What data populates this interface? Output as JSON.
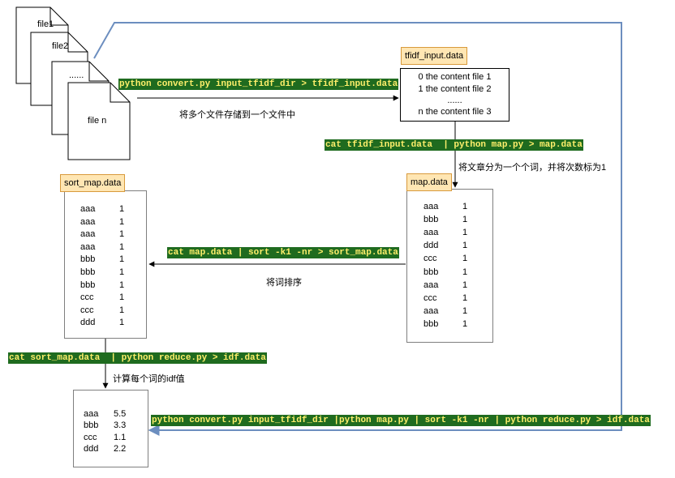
{
  "files": [
    "file1",
    "file2",
    "......",
    "file n"
  ],
  "tfidf_input": {
    "title": "tfidf_input.data",
    "lines": [
      "0  the content file 1",
      "1  the content file 2",
      "......",
      "n the content file 3"
    ]
  },
  "map": {
    "title": "map.data",
    "rows": [
      [
        "aaa",
        "1"
      ],
      [
        "bbb",
        "1"
      ],
      [
        "aaa",
        "1"
      ],
      [
        "ddd",
        "1"
      ],
      [
        "ccc",
        "1"
      ],
      [
        "bbb",
        "1"
      ],
      [
        "aaa",
        "1"
      ],
      [
        "ccc",
        "1"
      ],
      [
        "aaa",
        "1"
      ],
      [
        "bbb",
        "1"
      ]
    ]
  },
  "sort_map": {
    "title": "sort_map.data",
    "rows": [
      [
        "aaa",
        "1"
      ],
      [
        "aaa",
        "1"
      ],
      [
        "aaa",
        "1"
      ],
      [
        "aaa",
        "1"
      ],
      [
        "bbb",
        "1"
      ],
      [
        "bbb",
        "1"
      ],
      [
        "bbb",
        "1"
      ],
      [
        "ccc",
        "1"
      ],
      [
        "ccc",
        "1"
      ],
      [
        "ddd",
        "1"
      ]
    ]
  },
  "idf": {
    "rows": [
      [
        "aaa",
        "5.5"
      ],
      [
        "bbb",
        "3.3"
      ],
      [
        "ccc",
        "1.1"
      ],
      [
        "ddd",
        "2.2"
      ]
    ]
  },
  "commands": {
    "convert": "python convert.py input_tfidf_dir > tfidf_input.data",
    "map": "cat tfidf_input.data  | python map.py > map.data",
    "sort": "cat map.data | sort -k1 -nr > sort_map.data",
    "reduce": "cat sort_map.data  | python reduce.py > idf.data",
    "pipeline": "python convert.py input_tfidf_dir |python map.py | sort -k1 -nr | python reduce.py > idf.data"
  },
  "notes": {
    "store": "将多个文件存储到一个文件中",
    "split": "将文章分为一个个词，并将次数标为1",
    "sort": "将词排序",
    "idf": "计算每个词的idf值"
  },
  "colors": {
    "cmd_bg": "#1f6b1f",
    "cmd_text": "#ffef6b",
    "tag_bg": "#ffe6b3",
    "tag_border": "#d89a3c",
    "pipeline_line": "#6c8ebf"
  }
}
